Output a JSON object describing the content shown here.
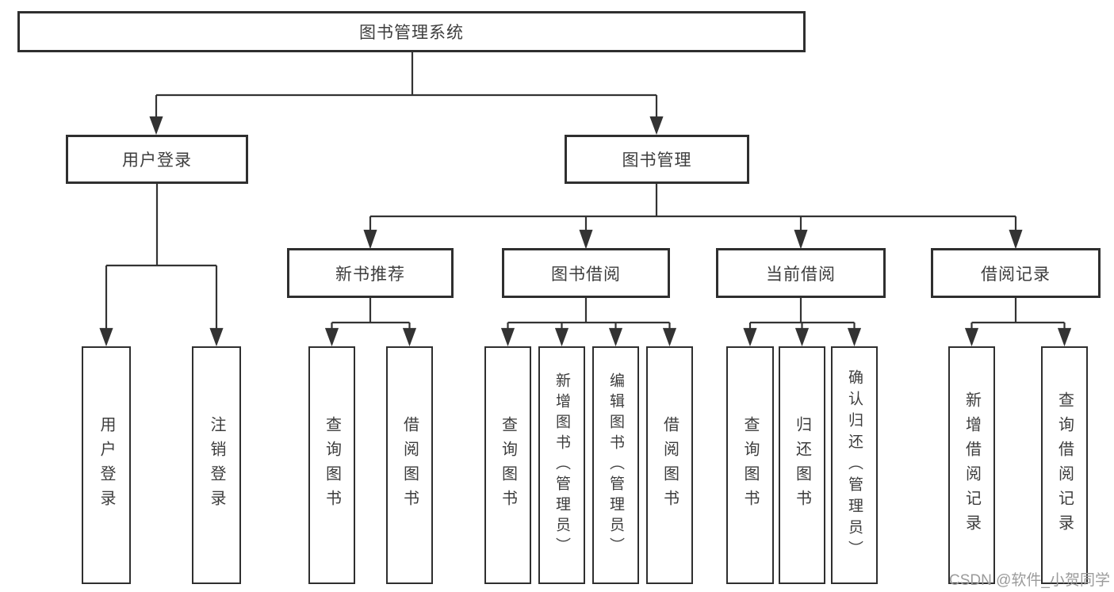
{
  "diagram": {
    "title_node": {
      "label": "图书管理系统"
    },
    "level2": [
      {
        "id": "user-login",
        "label": "用户登录",
        "parent": "图书管理系统"
      },
      {
        "id": "book-management",
        "label": "图书管理",
        "parent": "图书管理系统"
      }
    ],
    "level3": [
      {
        "id": "new-book-recommend",
        "label": "新书推荐",
        "parent": "图书管理"
      },
      {
        "id": "book-borrow",
        "label": "图书借阅",
        "parent": "图书管理"
      },
      {
        "id": "current-borrow",
        "label": "当前借阅",
        "parent": "图书管理"
      },
      {
        "id": "borrow-records",
        "label": "借阅记录",
        "parent": "图书管理"
      }
    ],
    "leaves": [
      {
        "id": "leaf-user-login",
        "label": "用户登录",
        "parent": "用户登录"
      },
      {
        "id": "leaf-logout",
        "label": "注销登录",
        "parent": "用户登录"
      },
      {
        "id": "leaf-query-book-1",
        "label": "查询图书",
        "parent": "新书推荐"
      },
      {
        "id": "leaf-borrow-book-1",
        "label": "借阅图书",
        "parent": "新书推荐"
      },
      {
        "id": "leaf-query-book-2",
        "label": "查询图书",
        "parent": "图书借阅"
      },
      {
        "id": "leaf-add-book-admin",
        "label": "新增图书（管理员）",
        "parent": "图书借阅"
      },
      {
        "id": "leaf-edit-book-admin",
        "label": "编辑图书（管理员）",
        "parent": "图书借阅"
      },
      {
        "id": "leaf-borrow-book-2",
        "label": "借阅图书",
        "parent": "图书借阅"
      },
      {
        "id": "leaf-query-book-3",
        "label": "查询图书",
        "parent": "当前借阅"
      },
      {
        "id": "leaf-return-book",
        "label": "归还图书",
        "parent": "当前借阅"
      },
      {
        "id": "leaf-confirm-return-admin",
        "label": "确认归还（管理员）",
        "parent": "当前借阅"
      },
      {
        "id": "leaf-add-borrow-record",
        "label": "新增借阅记录",
        "parent": "借阅记录"
      },
      {
        "id": "leaf-query-borrow-record",
        "label": "查询借阅记录",
        "parent": "借阅记录"
      }
    ],
    "colors": {
      "line": "#333333",
      "border": "#2f2f2f",
      "text": "#3d3d3d",
      "background": "#ffffff"
    }
  },
  "watermark": {
    "text": "CSDN @软件_小贺同学",
    "color": "#9b9b9b"
  }
}
